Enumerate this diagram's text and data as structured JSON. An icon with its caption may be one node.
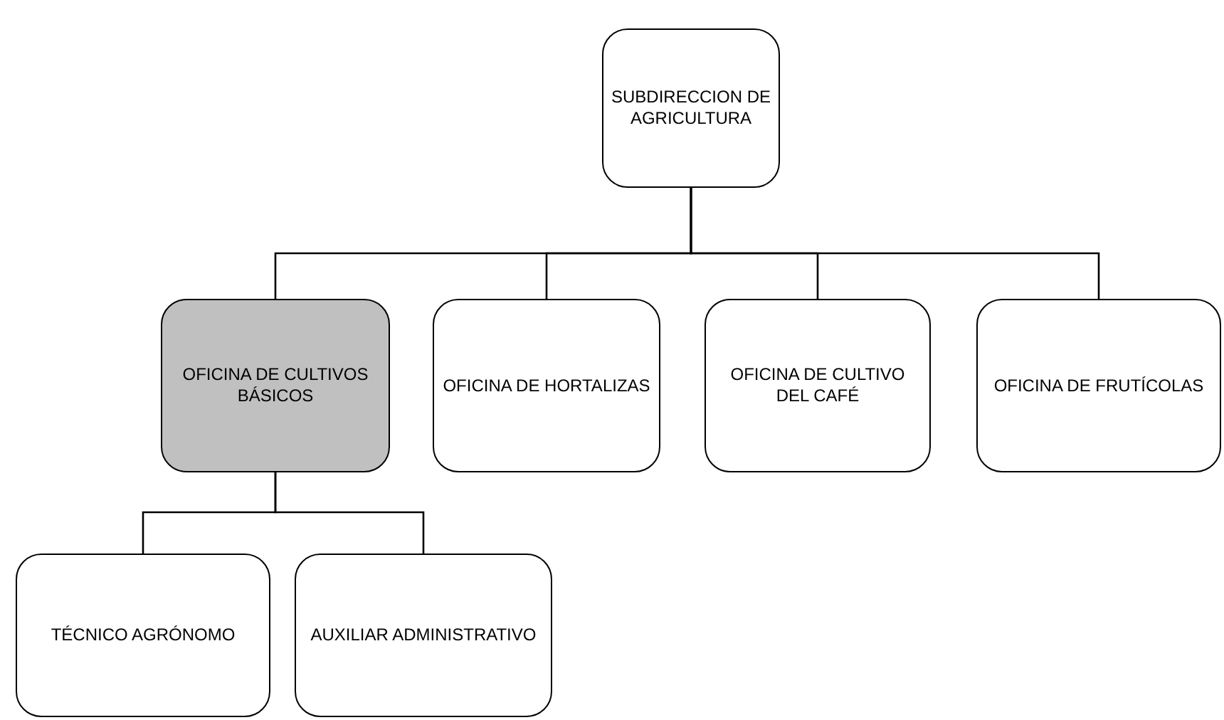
{
  "diagram": {
    "nodes": [
      {
        "text": [
          "SUBDIRECCION DE AGRICULTURA"
        ]
      },
      {
        "text": [
          "OFICINA DE CULTIVOS BÁSICOS"
        ]
      },
      {
        "text": [
          "OFICINA DE HORTALIZAS"
        ]
      },
      {
        "text": [
          "OFICINA DE CULTIVO DEL CAFÉ"
        ]
      },
      {
        "text": [
          "OFICINA DE FRUTÍCOLAS"
        ]
      },
      {
        "text": [
          "TÉCNICO AGRÓNOMO"
        ]
      },
      {
        "text": [
          "AUXILIAR ADMINISTRATIVO"
        ]
      }
    ],
    "edges": [
      {
        "from": 0,
        "to": 1,
        "arrow": "none"
      },
      {
        "from": 0,
        "to": 2,
        "arrow": "none"
      },
      {
        "from": 0,
        "to": 3,
        "arrow": "none"
      },
      {
        "from": 0,
        "to": 4,
        "arrow": "none"
      },
      {
        "from": 1,
        "to": 5,
        "arrow": "none"
      },
      {
        "from": 1,
        "to": 6,
        "arrow": "none"
      }
    ]
  }
}
